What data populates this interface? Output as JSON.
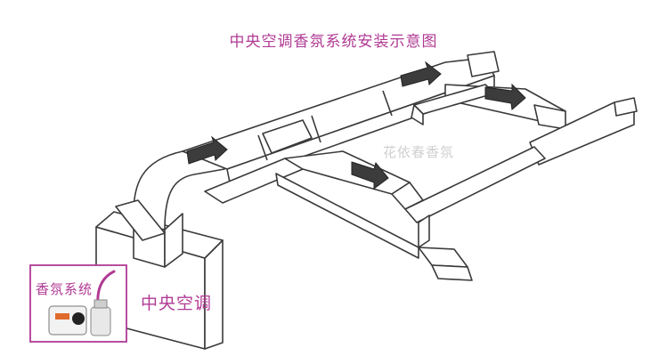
{
  "title": "中央空调香氛系统安装示意图",
  "watermark": "花依春香氛",
  "labels": {
    "central_ac": "中央空调",
    "fragrance_system": "香氛系统"
  },
  "colors": {
    "accent": "#b03a94",
    "duct_stroke": "#3a3a3a",
    "arrow_fill": "#3c3c3c"
  },
  "icons": [
    "airflow-arrow-icon",
    "scent-machine-icon",
    "oil-bottle-icon"
  ]
}
